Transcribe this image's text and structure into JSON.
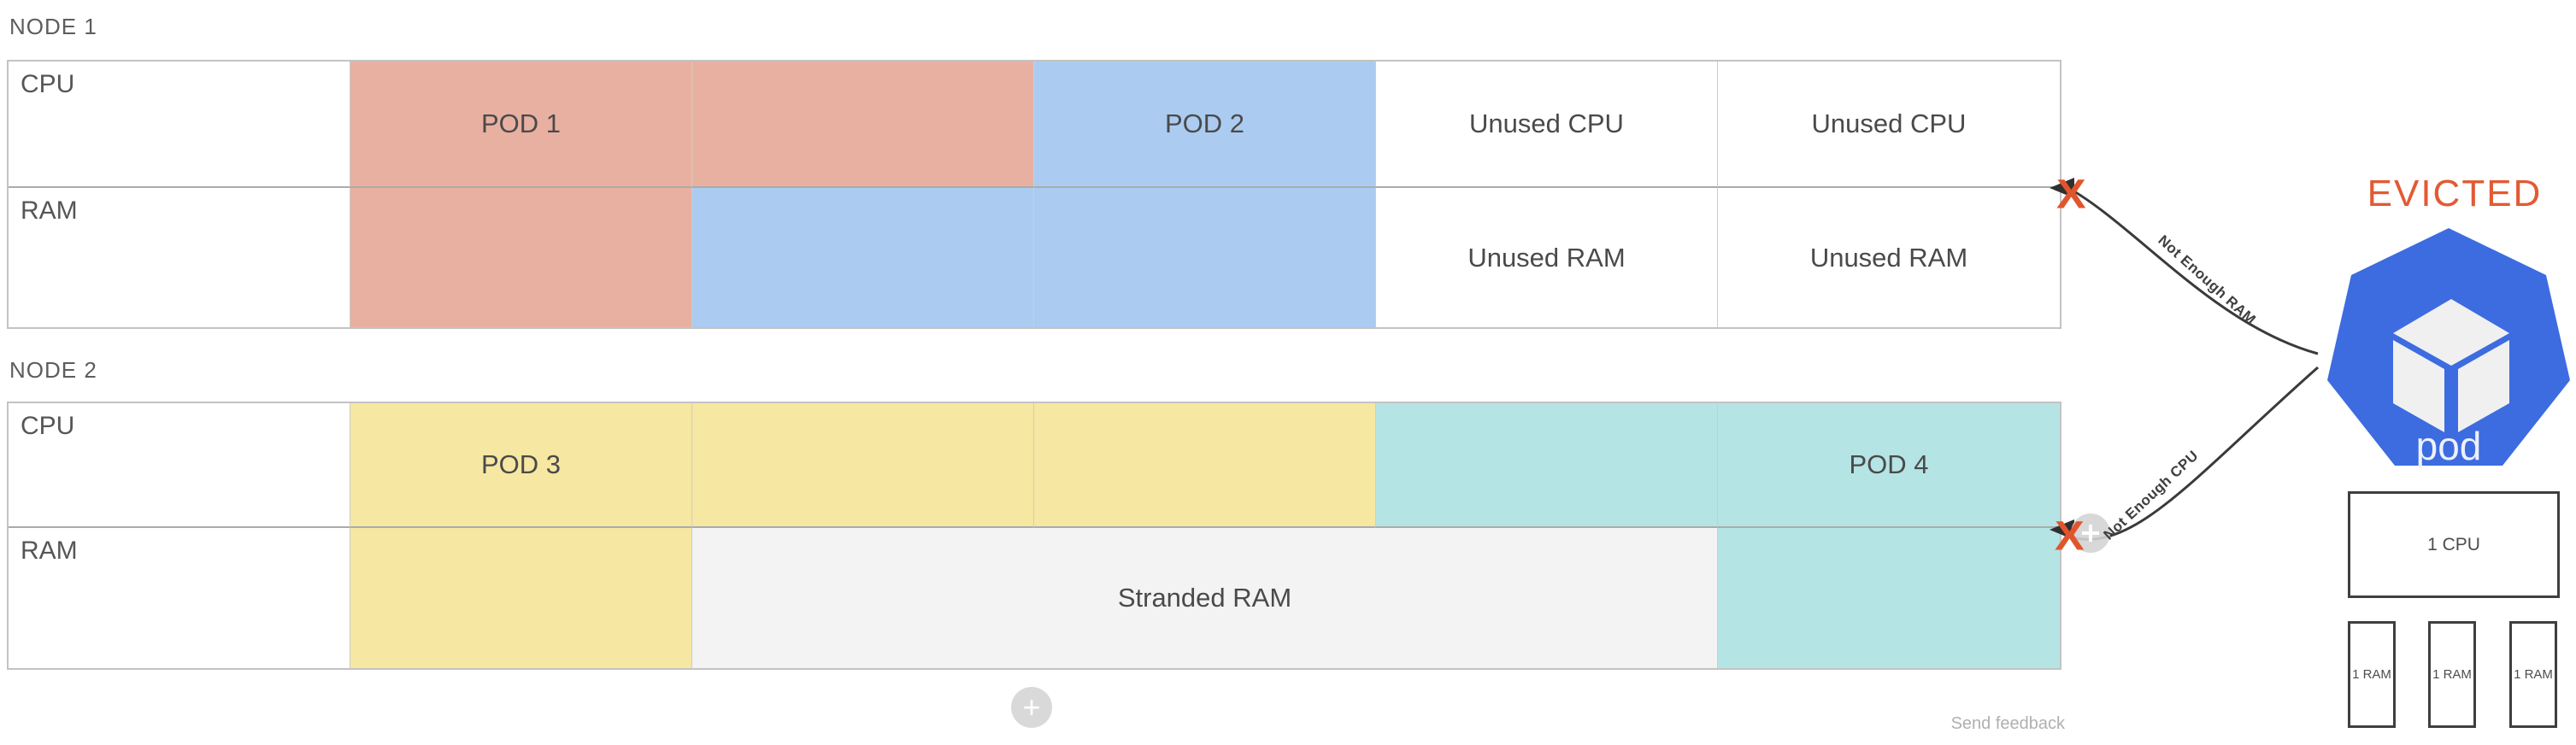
{
  "colors": {
    "salmon": "#e8b0a1",
    "blue": "#abccf0",
    "yellow": "#f6e7a2",
    "teal": "#b5e4e5",
    "stranded_gray": "#f3f3f3",
    "white": "#ffffff",
    "k8s_blue": "#3c6ce0",
    "cube_gray": "#f0f0f0",
    "x_orange": "#e0552c",
    "evicted_orange": "#e25a33",
    "arrow_dark": "#3a3a3a"
  },
  "nodes": [
    {
      "label": "NODE 1",
      "rows": [
        {
          "header": "CPU",
          "cells": [
            {
              "text": "POD 1"
            },
            {
              "text": ""
            },
            {
              "text": "POD 2"
            },
            {
              "text": "Unused CPU"
            },
            {
              "text": "Unused CPU"
            }
          ]
        },
        {
          "header": "RAM",
          "cells": [
            {
              "text": ""
            },
            {
              "text": ""
            },
            {
              "text": ""
            },
            {
              "text": "Unused RAM"
            },
            {
              "text": "Unused RAM"
            }
          ]
        }
      ]
    },
    {
      "label": "NODE 2",
      "rows": [
        {
          "header": "CPU",
          "cells": [
            {
              "text": "POD 3"
            },
            {
              "text": ""
            },
            {
              "text": ""
            },
            {
              "text": ""
            },
            {
              "text": "POD 4"
            }
          ]
        },
        {
          "header": "RAM",
          "cells": [
            {
              "text": ""
            },
            {
              "text": "Stranded RAM"
            },
            {
              "text": ""
            }
          ]
        }
      ]
    }
  ],
  "eviction": {
    "evicted_label": "EVICTED",
    "pod_label": "pod",
    "x_mark": "X",
    "arrows": [
      {
        "label": "Not Enough RAM"
      },
      {
        "label": "Not Enough CPU"
      }
    ]
  },
  "pod_resources": {
    "cpu_box": "1 CPU",
    "ram_boxes": [
      "1 RAM",
      "1 RAM",
      "1 RAM"
    ]
  },
  "footer": {
    "send_feedback": "Send feedback",
    "add_button_label": "+"
  }
}
